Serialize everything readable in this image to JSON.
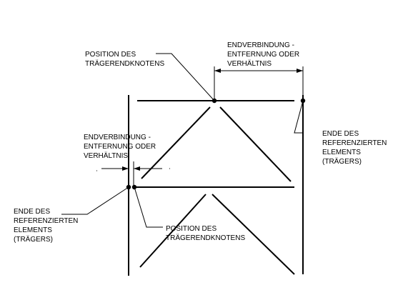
{
  "labels": {
    "endconn_top": [
      "ENDVERBINDUNG -",
      "ENTFERNUNG ODER",
      "VERHÄLTNIS"
    ],
    "node_pos_top": [
      "POSITION DES",
      "TRÄGERENDKNOTENS"
    ],
    "ref_end_right": [
      "ENDE DES",
      "REFERENZIERTEN",
      "ELEMENTS",
      "(TRÄGERS)"
    ],
    "endconn_left": [
      "ENDVERBINDUNG -",
      "ENTFERNUNG ODER",
      "VERHÄLTNIS"
    ],
    "ref_end_left": [
      "ENDE DES",
      "REFERENZIERTEN",
      "ELEMENTS",
      "(TRÄGERS)"
    ],
    "node_pos_bottom": [
      "POSITION DES",
      "TRÄGERENDKNOTENS"
    ]
  },
  "colors": {
    "ink": "#000000",
    "background": "#ffffff"
  }
}
